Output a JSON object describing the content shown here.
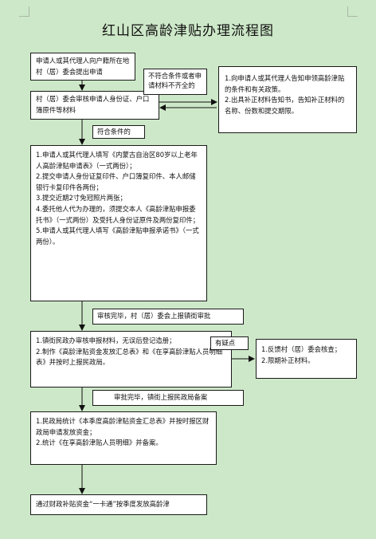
{
  "title": "红山区高龄津贴办理流程图",
  "nodes": {
    "apply": "申请人或其代理人向户籍所在地村（居）委会提出申请",
    "review": "村（居）委会审核申请人身份证、户口簿原件等材料",
    "inform": [
      "1.向申请人或其代理人告知申领高龄津贴的条件和有关政策。",
      "2.出具补正材料告知书，告知补正材料的名称、份数和提交期限。"
    ],
    "materials": [
      "1.申请人或其代理人填写《内蒙古自治区80岁以上老年人高龄津贴申请表》（一式两份）；",
      "2.提交申请人身份证复印件、户口簿复印件、本人邮储银行卡复印件各两份；",
      "3.提交近期2寸免冠照片两张；",
      "4.委托他人代为办理的，须提交本人《高龄津贴申报委托书》（一式两份）及受托人身份证原件及两份复印件；",
      "5.申请人或其代理人填写《高龄津贴申报承诺书》（一式两份）。"
    ],
    "town": [
      "1.镇街民政办审核申报材料，无误后登记造册；",
      "2.制作《高龄津贴资金发放汇总表》和《在享高龄津贴人员明细表》并按时上报民政局。"
    ],
    "feedback": [
      "1.反馈村（居）委会核查；",
      "2.限期补正材料。"
    ],
    "bureau": [
      "1.民政局统计《本季度高龄津贴资金汇总表》并按时报区财政局申请发放资金；",
      "2.统计《在享高龄津贴人员明细》并备案。"
    ],
    "final": "通过财政补贴资金“一卡通”按季度发放高龄津"
  },
  "labels": {
    "not_meet": "不符合条件或者申请材料不齐全的",
    "meet": "符合条件的",
    "village_report": "审核完毕，村（居）委会上报镇街审批",
    "doubt": "有疑点",
    "town_report": "审批完毕，镇街上报民政局备案"
  }
}
